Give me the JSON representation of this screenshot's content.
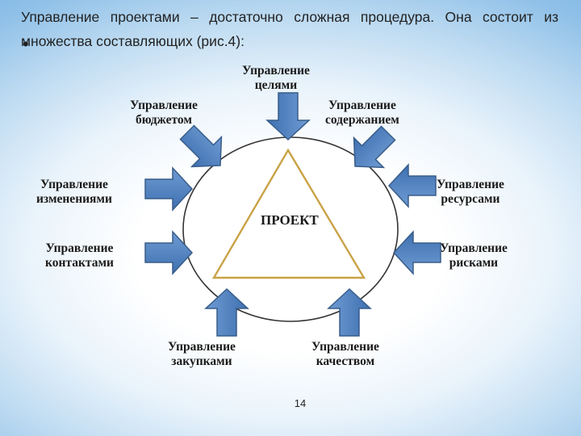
{
  "intro": {
    "text": "Управление проектами – достаточно сложная процедура. Она состоит из множества составляющих (рис.4):",
    "bullet": "•"
  },
  "diagram": {
    "center_label": "ПРОЕКТ",
    "components": [
      "Управление\nцелями",
      "Управление\nбюджетом",
      "Управление\nсодержанием",
      "Управление\nизменениями",
      "Управление\nресурсами",
      "Управление\nконтактами",
      "Управление\nрисками",
      "Управление\nзакупками",
      "Управление\nкачеством"
    ]
  },
  "footer": {
    "page_number": "14"
  },
  "colors": {
    "arrow_fill": "#4f81bd",
    "arrow_stroke": "#385d8a",
    "triangle": "#c9a246",
    "ellipse": "#333333"
  }
}
